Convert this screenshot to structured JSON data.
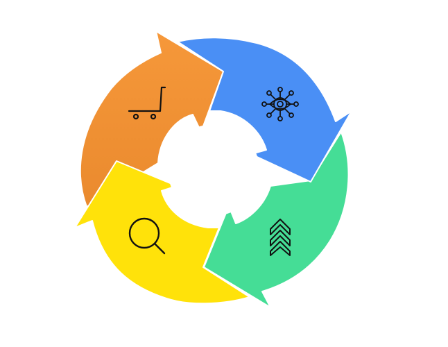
{
  "diagram": {
    "type": "four-step circular arrow cycle",
    "background": "#ffffff",
    "segments": [
      {
        "id": "cart",
        "icon": "cart-icon",
        "color": "#4a8ff5",
        "color_alt": "#ec8a2c",
        "label": ""
      },
      {
        "id": "vision",
        "icon": "eye-network-icon",
        "color": "#4a8ff5",
        "label": ""
      },
      {
        "id": "growth",
        "icon": "chevrons-up-icon",
        "color": "#45dd96",
        "label": ""
      },
      {
        "id": "search",
        "icon": "magnifying-glass-icon",
        "color": "#ffe20a",
        "label": ""
      }
    ],
    "colors": {
      "orange_top": "#f6983a",
      "orange_bottom": "#ea8a2e",
      "blue": "#4a8ff5",
      "green": "#45dd96",
      "yellow": "#ffe20a",
      "outline": "#ffffff",
      "icon_stroke": "#111111"
    }
  }
}
